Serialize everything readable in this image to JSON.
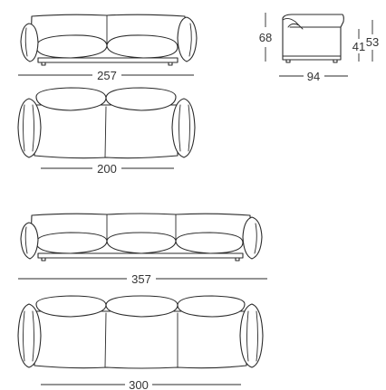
{
  "dimensions": {
    "two_seat_width_front": "257",
    "two_seat_width_top": "200",
    "depth": "94",
    "height": "68",
    "seat_height": "41",
    "arm_height": "53",
    "three_seat_width_front": "357",
    "three_seat_width_top": "300"
  },
  "line_color": "#2a2a2a",
  "text_color": "#333333"
}
